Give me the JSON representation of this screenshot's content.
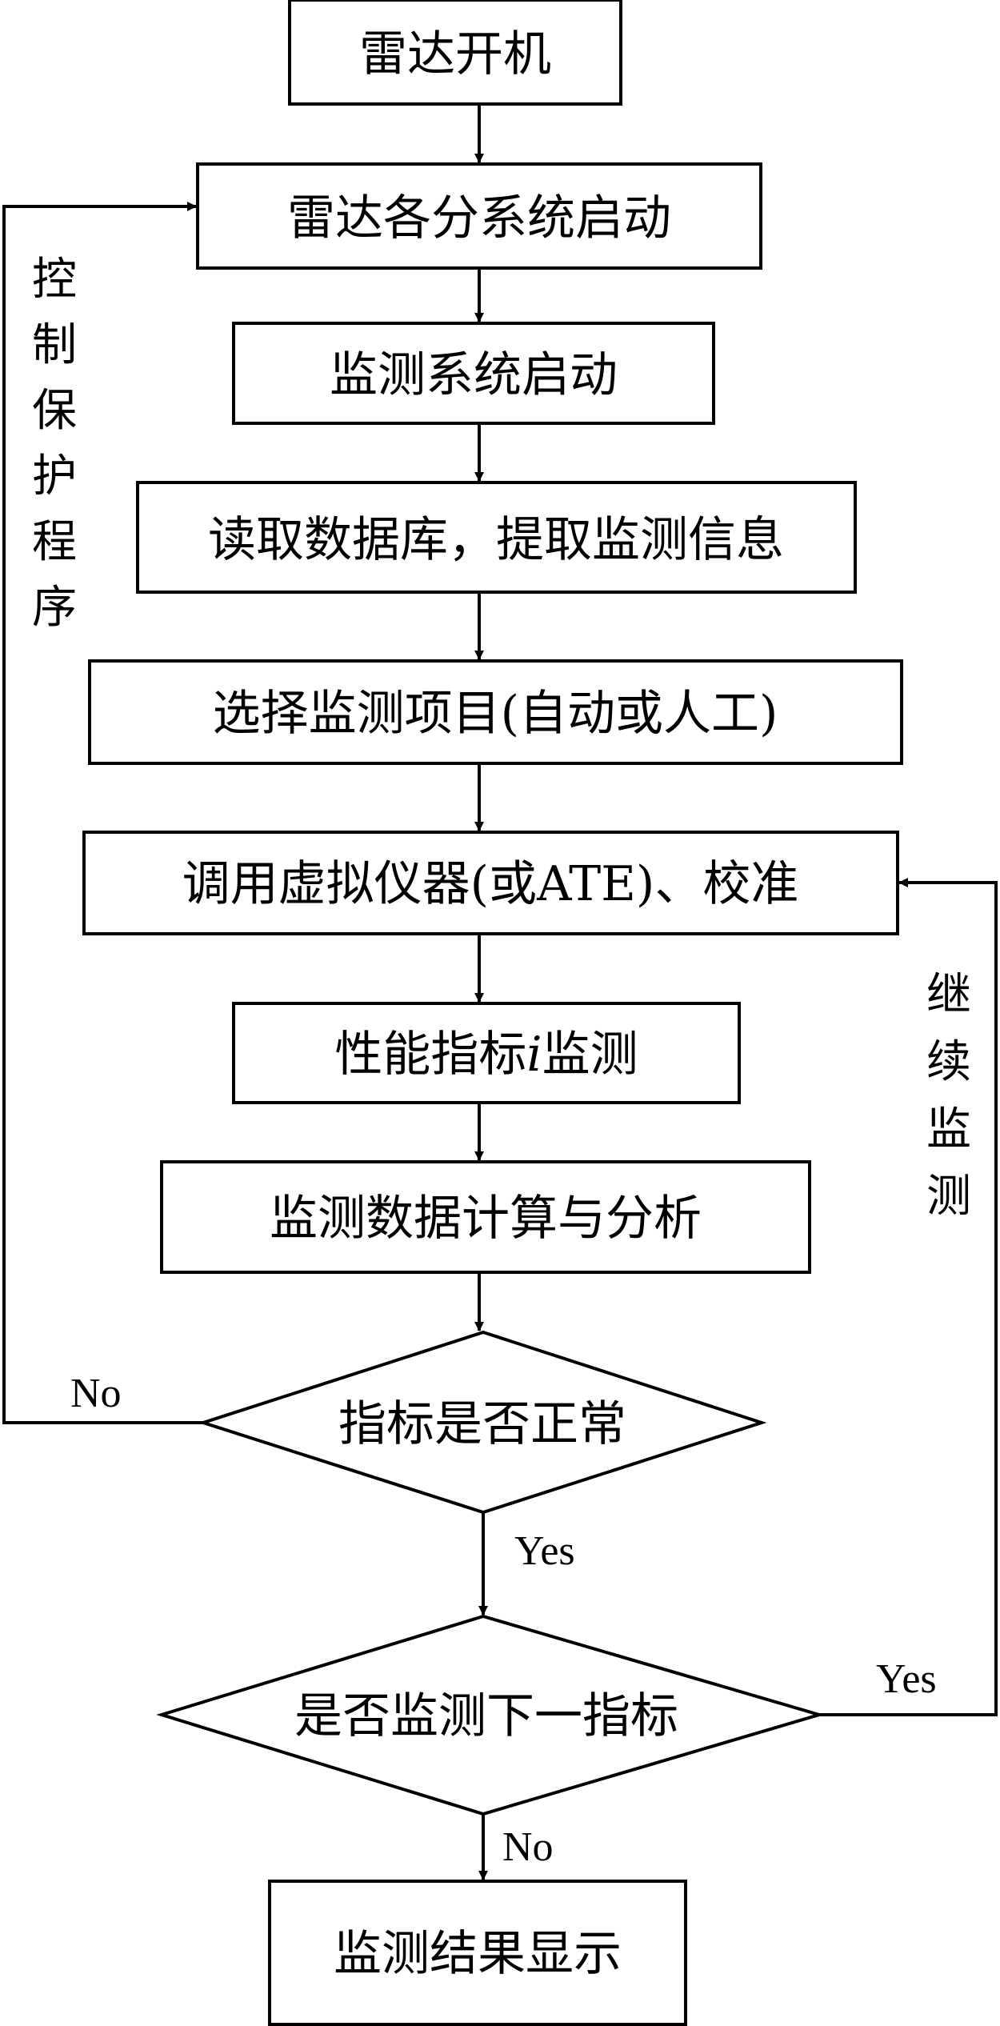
{
  "nodes": {
    "radar_power_on": "雷达开机",
    "subsystems_start": "雷达各分系统启动",
    "monitor_system_start": "监测系统启动",
    "read_database": "读取数据库，提取监测信息",
    "select_items": "选择监测项目(自动或人工)",
    "call_instruments": "调用虚拟仪器(或ATE)、校准",
    "performance_monitor_prefix": "性能指标",
    "performance_monitor_var": "i",
    "performance_monitor_suffix": "监测",
    "data_analysis": "监测数据计算与分析",
    "index_normal": "指标是否正常",
    "next_index": "是否监测下一指标",
    "result_display": "监测结果显示"
  },
  "edges": {
    "no_label_left": "No",
    "yes_label_down": "Yes",
    "yes_label_right": "Yes",
    "no_label_down": "No"
  },
  "side_labels": {
    "control_protect": [
      "控",
      "制",
      "保",
      "护",
      "程",
      "序"
    ],
    "continue_monitor": [
      "继",
      "续",
      "监",
      "测"
    ]
  }
}
